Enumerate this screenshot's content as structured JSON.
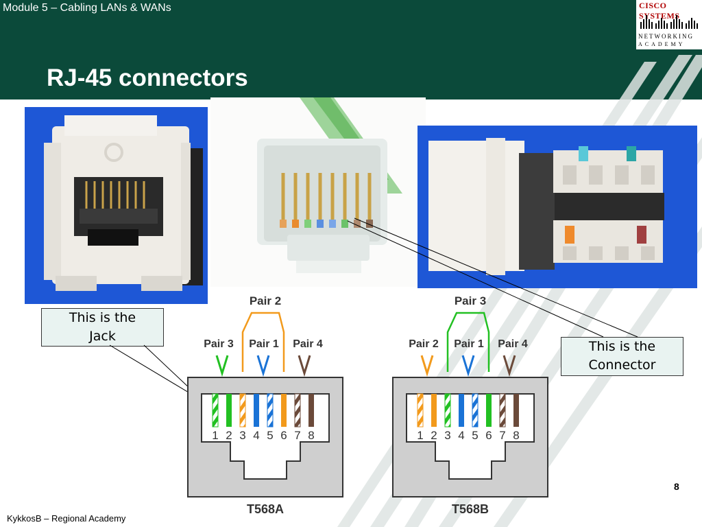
{
  "header": {
    "module": "Module 5 – Cabling LANs & WANs",
    "title": "RJ-45 connectors"
  },
  "logo": {
    "brand": "Cisco Systems",
    "line1": "Networking",
    "line2": "Academy"
  },
  "callouts": {
    "jack": [
      "This is the",
      "Jack"
    ],
    "connector": [
      "This is the",
      "Connector"
    ]
  },
  "diagrams": [
    {
      "standard": "T568A",
      "top_pair": "Pair 2",
      "side_pairs": [
        "Pair 3",
        "Pair 1",
        "Pair 4"
      ],
      "pins": [
        "1",
        "2",
        "3",
        "4",
        "5",
        "6",
        "7",
        "8"
      ],
      "wire_colors": [
        "#22c022",
        "#22c022",
        "#f29a1c",
        "#1a73d6",
        "#1a73d6",
        "#f29a1c",
        "#6b4a3a",
        "#6b4a3a"
      ],
      "striped": [
        true,
        false,
        true,
        false,
        true,
        false,
        true,
        false
      ]
    },
    {
      "standard": "T568B",
      "top_pair": "Pair 3",
      "side_pairs": [
        "Pair 2",
        "Pair 1",
        "Pair 4"
      ],
      "pins": [
        "1",
        "2",
        "3",
        "4",
        "5",
        "6",
        "7",
        "8"
      ],
      "wire_colors": [
        "#f29a1c",
        "#f29a1c",
        "#22c022",
        "#1a73d6",
        "#1a73d6",
        "#22c022",
        "#6b4a3a",
        "#6b4a3a"
      ],
      "striped": [
        true,
        false,
        true,
        false,
        true,
        false,
        true,
        false
      ]
    }
  ],
  "page_number": "8",
  "footer": "KykkosB – Regional Academy",
  "colors": {
    "header_bg": "#0b4a3a",
    "pair_green": "#22c022",
    "pair_orange": "#f29a1c",
    "pair_blue": "#1a73d6",
    "pair_brown": "#6b4a3a"
  }
}
